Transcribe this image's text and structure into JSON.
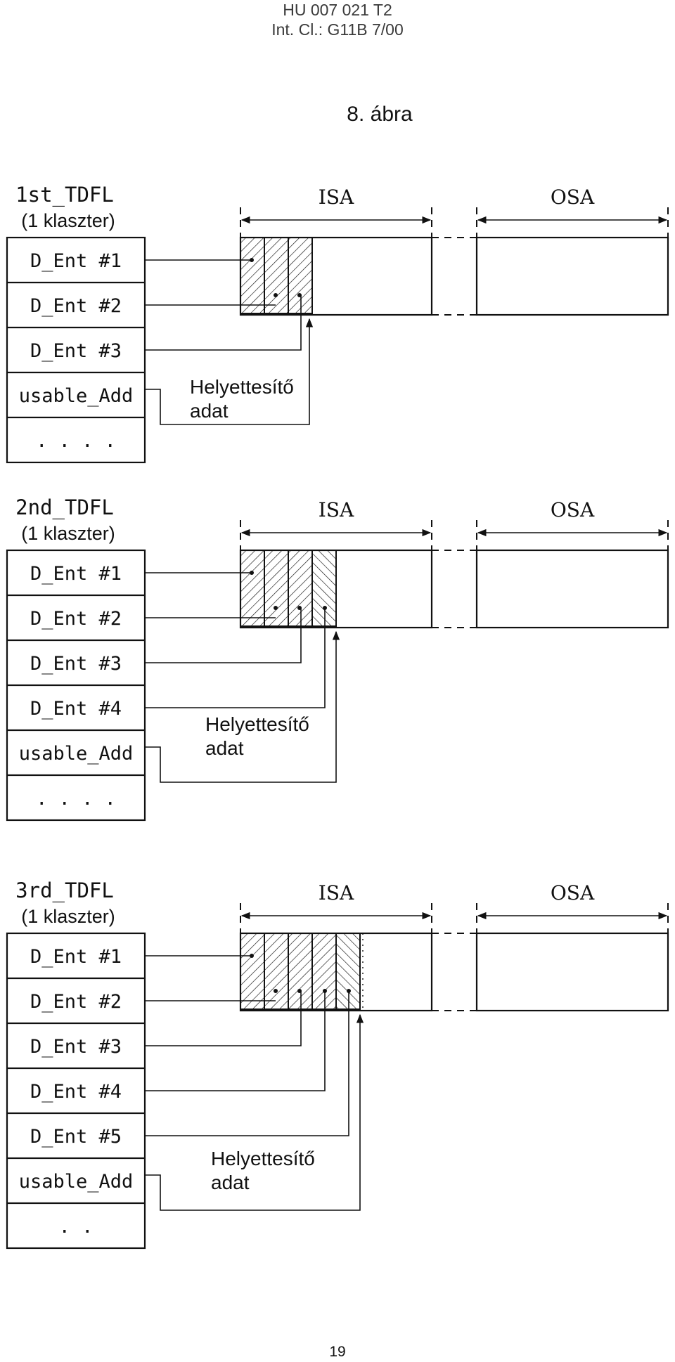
{
  "header": {
    "patent_number": "HU 007 021 T2",
    "classification": "Int. Cl.: G11B 7/00"
  },
  "figure_caption": "8. ábra",
  "panels": [
    {
      "title": "1st_TDFL",
      "subtitle": "(1 klaszter)",
      "entries": [
        "D_Ent #1",
        "D_Ent #2",
        "D_Ent #3",
        "usable_Add",
        ". . . ."
      ],
      "isa_label": "ISA",
      "osa_label": "OSA",
      "replacement_label_line1": "Helyettesítő",
      "replacement_label_line2": "adat"
    },
    {
      "title": "2nd_TDFL",
      "subtitle": "(1 klaszter)",
      "entries": [
        "D_Ent #1",
        "D_Ent #2",
        "D_Ent #3",
        "D_Ent #4",
        "usable_Add",
        ". . . ."
      ],
      "isa_label": "ISA",
      "osa_label": "OSA",
      "replacement_label_line1": "Helyettesítő",
      "replacement_label_line2": "adat"
    },
    {
      "title": "3rd_TDFL",
      "subtitle": "(1 klaszter)",
      "entries": [
        "D_Ent #1",
        "D_Ent #2",
        "D_Ent #3",
        "D_Ent #4",
        "D_Ent #5",
        "usable_Add",
        ". ."
      ],
      "isa_label": "ISA",
      "osa_label": "OSA",
      "replacement_label_line1": "Helyettesítő",
      "replacement_label_line2": "adat"
    }
  ],
  "page_number": "19"
}
